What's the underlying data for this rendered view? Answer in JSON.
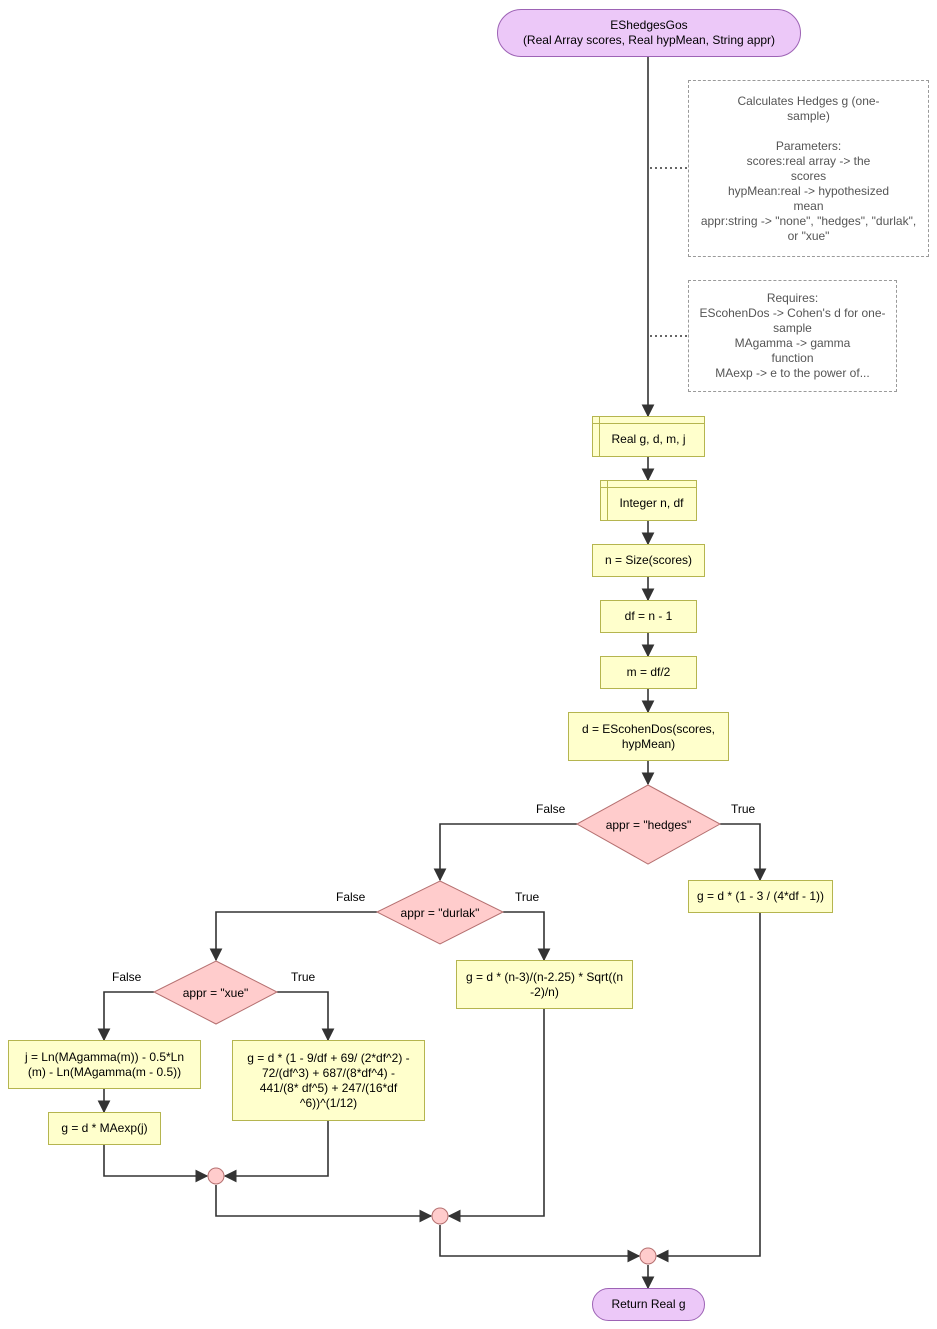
{
  "start": {
    "title": "EShedgesGos",
    "params": "(Real Array scores, Real hypMean, String appr)"
  },
  "comment1": {
    "lines": [
      "Calculates Hedges g (one-",
      "sample)",
      "",
      "Parameters:",
      "scores:real array -> the",
      "scores",
      "hypMean:real -> hypothesized",
      "mean",
      "appr:string -> \"none\", \"hedges\", \"durlak\",",
      "or \"xue\""
    ]
  },
  "comment2": {
    "lines": [
      "Requires:",
      "EScohenDos -> Cohen's d for one-",
      "sample",
      "MAgamma -> gamma",
      "function",
      "MAexp -> e to the power of..."
    ]
  },
  "decl1": "Real g, d, m, j",
  "decl2": "Integer n, df",
  "steps": {
    "n": "n = Size(scores)",
    "df": "df = n - 1",
    "m": "m = df/2",
    "d_line1": "d = EScohenDos(scores,",
    "d_line2": "hypMean)"
  },
  "decisions": {
    "hedges": "appr = \"hedges\"",
    "durlak": "appr = \"durlak\"",
    "xue": "appr = \"xue\""
  },
  "branch_labels": {
    "true": "True",
    "false": "False"
  },
  "formulas": {
    "hedges": "g = d * (1 - 3 / (4*df - 1))",
    "durlak_line1": "g = d * (n-3)/(n-2.25) * Sqrt((n",
    "durlak_line2": "-2)/n)",
    "xue_line1": "g = d * (1 - 9/df + 69/ (2*df^2) -",
    "xue_line2": "72/(df^3) + 687/(8*df^4) -",
    "xue_line3": "441/(8* df^5) + 247/(16*df",
    "xue_line4": "^6))^(1/12)",
    "j_line1": "j = Ln(MAgamma(m)) - 0.5*Ln",
    "j_line2": "(m) - Ln(MAgamma(m - 0.5))",
    "g_exp": "g = d * MAexp(j)"
  },
  "end": "Return Real g",
  "colors": {
    "terminal_fill": "#ecc8f8",
    "process_fill": "#ffffcc",
    "decision_fill": "#ffcccc",
    "edge": "#333333"
  }
}
